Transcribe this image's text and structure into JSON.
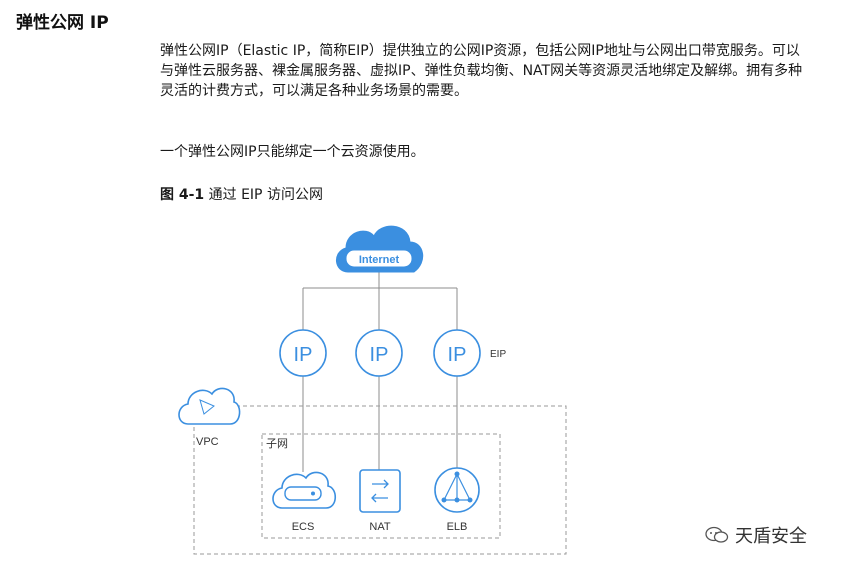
{
  "section": {
    "title": "弹性公网 IP"
  },
  "paragraphs": [
    "弹性公网IP（Elastic IP，简称EIP）提供独立的公网IP资源，包括公网IP地址与公网出口带宽服务。可以与弹性云服务器、裸金属服务器、虚拟IP、弹性负载均衡、NAT网关等资源灵活地绑定及解绑。拥有多种灵活的计费方式，可以满足各种业务场景的需要。",
    "一个弹性公网IP只能绑定一个云资源使用。"
  ],
  "figure": {
    "number": "图 4-1",
    "caption": "通过 EIP 访问公网",
    "labels": {
      "internet": "Internet",
      "ip": "IP",
      "eip": "EIP",
      "vpc": "VPC",
      "subnet": "子网",
      "ecs": "ECS",
      "nat": "NAT",
      "elb": "ELB"
    },
    "colors": {
      "accent": "#3b8fe0",
      "line": "#888888",
      "dash": "#999999"
    }
  },
  "watermark": {
    "text": "天盾安全"
  }
}
